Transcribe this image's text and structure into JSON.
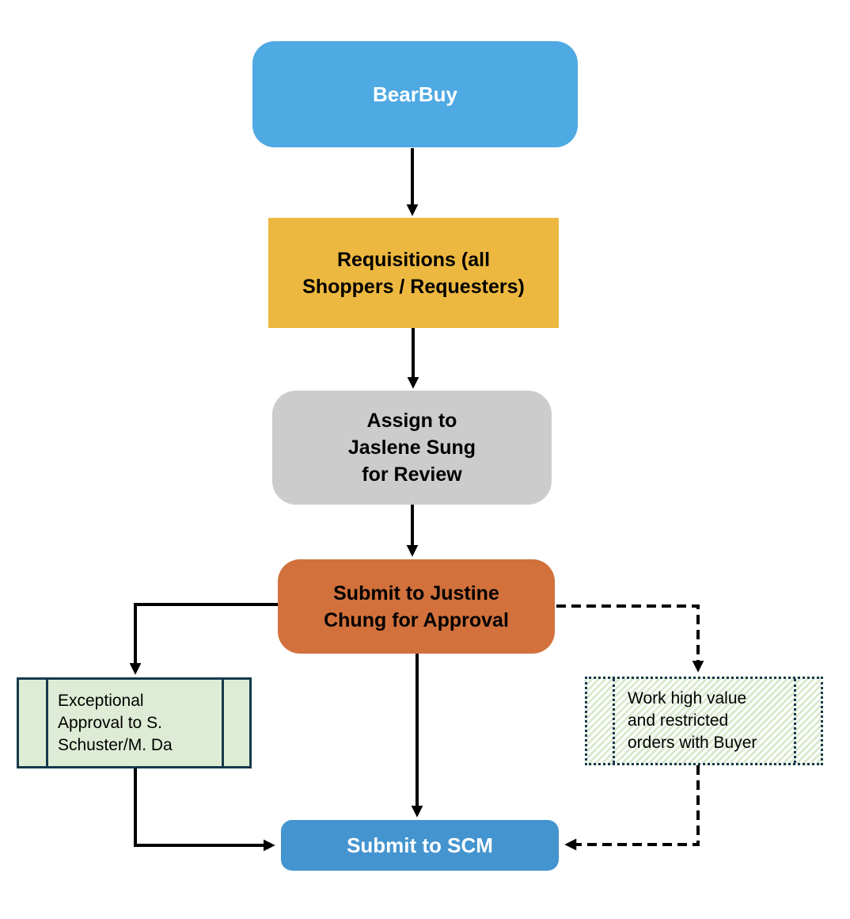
{
  "colors": {
    "canvas_white": "#FFFFFF",
    "bearbuy_blue": "#4FA9E3",
    "requisitions_yellow": "#EDB840",
    "assign_gray": "#CCCCCC",
    "approval_orange": "#D2713C",
    "pale_green": "#DFECD5",
    "hatch_green": "#D9E9CF",
    "navy_border": "#16394C",
    "scm_blue": "#4494CF",
    "arrow_black": "#000000"
  },
  "nodes": {
    "bearbuy": {
      "label": "BearBuy",
      "shape": "rounded-rect",
      "fill": "bearbuy_blue"
    },
    "requisitions": {
      "label": "Requisitions (all\nShoppers / Requesters)",
      "shape": "rect",
      "fill": "requisitions_yellow"
    },
    "assign": {
      "label": "Assign to\nJaslene Sung\nfor Review",
      "shape": "rounded-rect",
      "fill": "assign_gray"
    },
    "approval": {
      "label": "Submit to Justine\nChung for Approval",
      "shape": "rounded-rect",
      "fill": "approval_orange"
    },
    "exceptional": {
      "label": "Exceptional\nApproval to S.\nSchuster/M. Da",
      "shape": "predefined-process",
      "fill": "pale_green",
      "border": "solid"
    },
    "work_buyer": {
      "label": "Work high value\nand restricted\norders with Buyer",
      "shape": "predefined-process",
      "fill": "hatch_green",
      "border": "dotted"
    },
    "scm": {
      "label": "Submit to SCM",
      "shape": "rounded-rect",
      "fill": "scm_blue"
    }
  },
  "edges": [
    {
      "from": "bearbuy",
      "to": "requisitions",
      "style": "solid"
    },
    {
      "from": "requisitions",
      "to": "assign",
      "style": "solid"
    },
    {
      "from": "assign",
      "to": "approval",
      "style": "solid"
    },
    {
      "from": "approval",
      "to": "scm",
      "style": "solid"
    },
    {
      "from": "approval",
      "to": "exceptional",
      "style": "solid"
    },
    {
      "from": "exceptional",
      "to": "scm",
      "style": "solid"
    },
    {
      "from": "approval",
      "to": "work_buyer",
      "style": "dashed"
    },
    {
      "from": "work_buyer",
      "to": "scm",
      "style": "dashed"
    }
  ]
}
